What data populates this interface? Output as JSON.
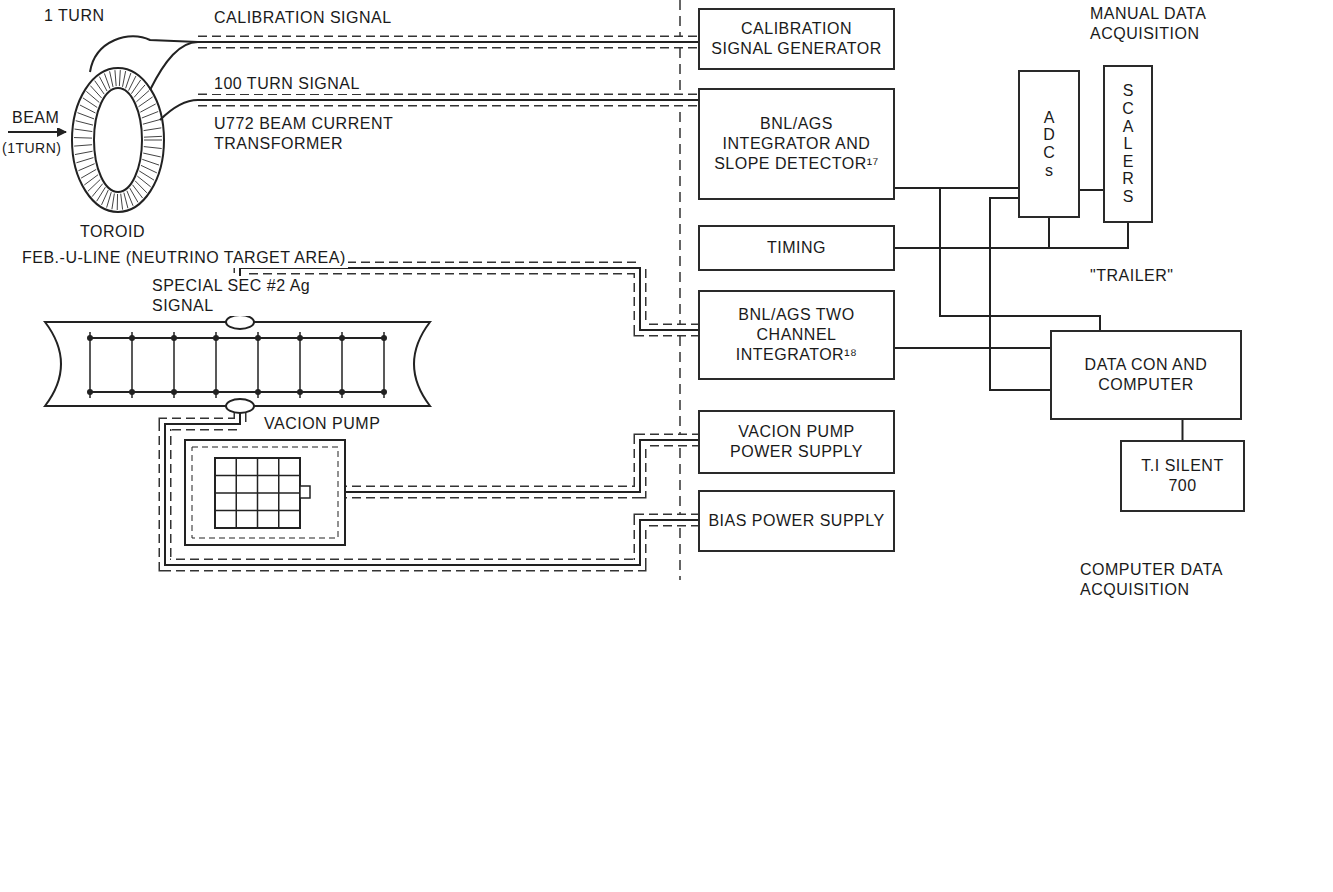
{
  "diagram": {
    "nodes": [
      {
        "text": [
          "CALIBRATION SIGNAL GENERATOR"
        ]
      },
      {
        "text": [
          "BNL/AGS INTEGRATOR AND SLOPE DETECTOR¹⁷"
        ]
      },
      {
        "text": [
          "TIMING"
        ]
      },
      {
        "text": [
          "BNL/AGS TWO CHANNEL INTEGRATOR¹⁸"
        ]
      },
      {
        "text": [
          "VACION PUMP POWER SUPPLY"
        ]
      },
      {
        "text": [
          "BIAS POWER SUPPLY"
        ]
      },
      {
        "text": [
          "ADCs"
        ]
      },
      {
        "text": [
          "SCALERS"
        ]
      },
      {
        "text": [
          "DATA CON AND COMPUTER"
        ]
      },
      {
        "text": [
          "T.I SILENT 700"
        ]
      }
    ],
    "edges": [
      {
        "from": 1,
        "to": 6,
        "arrow": "none"
      },
      {
        "from": 1,
        "to": 8,
        "arrow": "none"
      },
      {
        "from": 6,
        "to": 7,
        "arrow": "none"
      },
      {
        "from": 2,
        "to": 6,
        "arrow": "none"
      },
      {
        "from": 2,
        "to": 7,
        "arrow": "none"
      },
      {
        "from": 3,
        "to": 8,
        "arrow": "none"
      },
      {
        "from": 6,
        "to": 8,
        "arrow": "none"
      },
      {
        "from": 8,
        "to": 9,
        "arrow": "none"
      }
    ],
    "labels": [
      "1 TURN",
      "CALIBRATION SIGNAL",
      "BEAM",
      "(1TURN)",
      "100 TURN SIGNAL",
      "U772 BEAM CURRENT TRANSFORMER",
      "TOROID",
      "FEB.-U-LINE (NEUTRINO TARGET AREA)",
      "SPECIAL SEC #2 Ag SIGNAL",
      "VACION PUMP",
      "MANUAL DATA ACQUISITION",
      "\"TRAILER\"",
      "COMPUTER DATA ACQUISITION"
    ]
  }
}
